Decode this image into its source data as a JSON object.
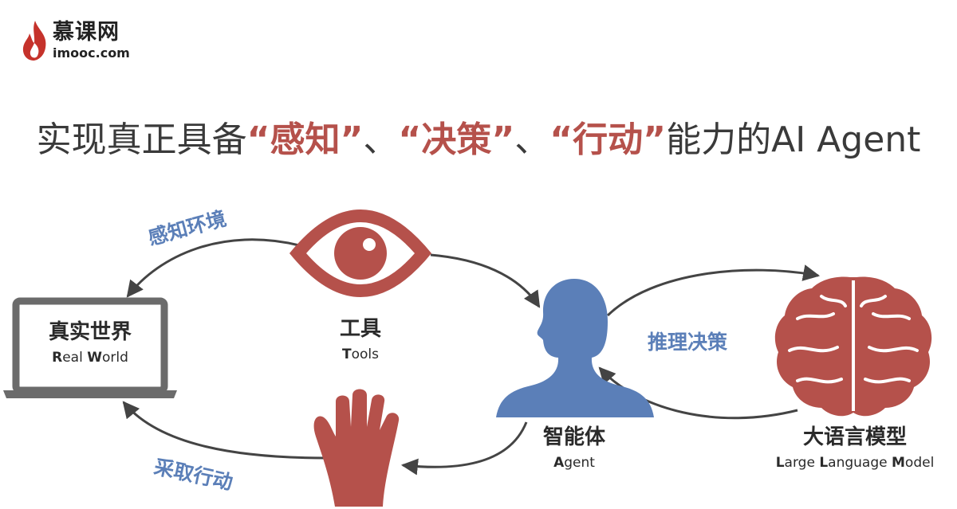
{
  "logo": {
    "name_cn": "慕课网",
    "domain": "imooc.com"
  },
  "title": {
    "prefix": "实现真正具备",
    "q1": "“感知”",
    "sep1": "、",
    "q2": "“决策”",
    "sep2": "、",
    "q3": "“行动”",
    "suffix": "能力的AI Agent"
  },
  "nodes": {
    "real_world": {
      "cn": "真实世界",
      "en_b1": "R",
      "en_r1": "eal ",
      "en_b2": "W",
      "en_r2": "orld"
    },
    "tools": {
      "cn": "工具",
      "en_b1": "T",
      "en_r1": "ools"
    },
    "agent": {
      "cn": "智能体",
      "en_b1": "A",
      "en_r1": "gent"
    },
    "llm": {
      "cn": "大语言模型",
      "en_b1": "L",
      "en_r1": "arge ",
      "en_b2": "L",
      "en_r2": "anguage ",
      "en_b3": "M",
      "en_r3": "odel"
    }
  },
  "edges": {
    "perceive": "感知环境",
    "reason": "推理决策",
    "act": "采取行动"
  },
  "colors": {
    "accent_red": "#b5514b",
    "agent_blue": "#5b7fb8",
    "arrow": "#444444"
  }
}
